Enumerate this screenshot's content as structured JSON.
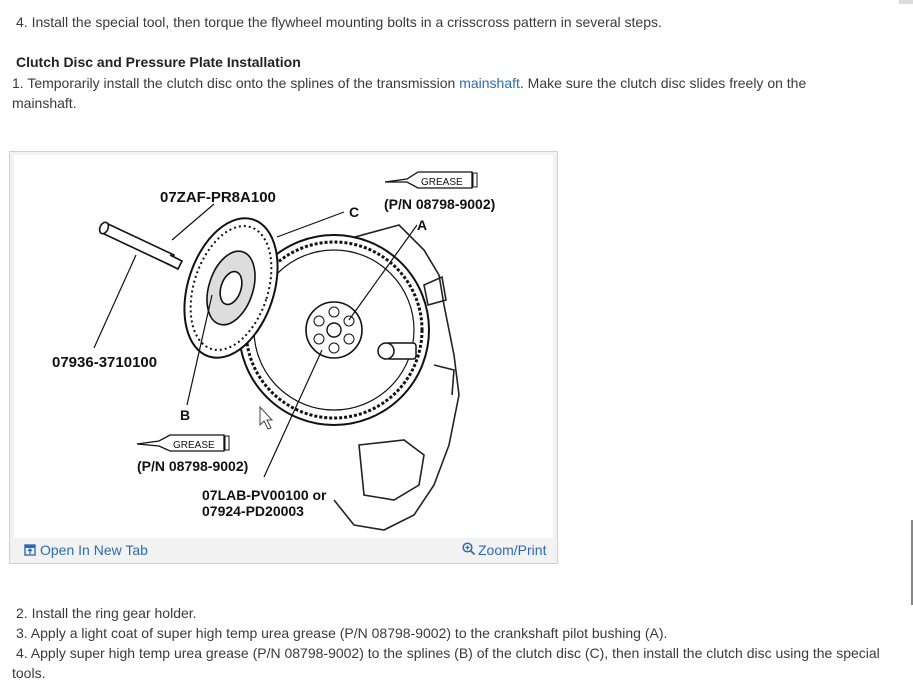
{
  "intro": {
    "step4": "4. Install the special tool, then torque the flywheel mounting bolts in a crisscross pattern in several steps."
  },
  "section": {
    "heading": "Clutch Disc and Pressure Plate Installation",
    "step1_pre": " 1. Temporarily install the clutch disc onto the splines of the transmission ",
    "step1_link": "mainshaft",
    "step1_post": ". Make sure the clutch disc slides freely on the",
    "step1_wrap": "mainshaft."
  },
  "figure": {
    "labels": {
      "tool_top": "07ZAF-PR8A100",
      "tool_left": "07936-3710100",
      "callout_a": "A",
      "callout_b": "B",
      "callout_c": "C",
      "grease_tag": "GREASE",
      "pn_top": "(P/N 08798-9002)",
      "pn_bottom": "(P/N 08798-9002)",
      "tool_bottom_1": "07LAB-PV00100 or",
      "tool_bottom_2": "07924-PD20003"
    },
    "open_tab_label": "Open In New Tab",
    "zoom_label": "Zoom/Print"
  },
  "steps": {
    "s2": "2. Install the ring gear holder.",
    "s3": "3. Apply a light coat of super high temp urea grease (P/N 08798-9002) to the crankshaft pilot bushing (A).",
    "s4": "4. Apply super high temp urea grease (P/N 08798-9002) to the splines (B) of the clutch disc (C), then install the clutch disc using the special",
    "s4_wrap": "tools."
  }
}
